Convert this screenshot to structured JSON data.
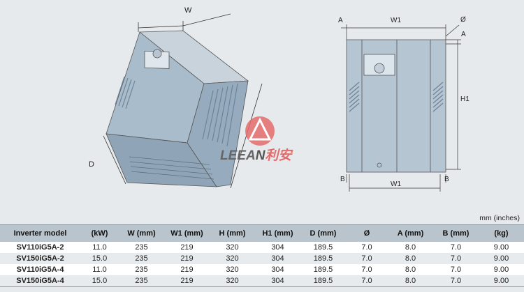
{
  "dimension_labels": {
    "iso_w": "W",
    "iso_d": "D",
    "front_a_left": "A",
    "front_w1_top": "W1",
    "front_diameter": "Ø",
    "front_a_right": "A",
    "front_h1": "H1",
    "front_b_left": "B",
    "front_w1_bottom": "W1",
    "front_b_right": "B"
  },
  "logo": {
    "text": "LEEAN利安",
    "color": "#e46b6b"
  },
  "units_note": "mm (inches)",
  "table": {
    "headers": [
      "Inverter model",
      "(kW)",
      "W (mm)",
      "W1 (mm)",
      "H (mm)",
      "H1 (mm)",
      "D (mm)",
      "Ø",
      "A (mm)",
      "B (mm)",
      "(kg)"
    ],
    "rows": [
      [
        "SV110iG5A-2",
        "11.0",
        "235",
        "219",
        "320",
        "304",
        "189.5",
        "7.0",
        "8.0",
        "7.0",
        "9.00"
      ],
      [
        "SV150iG5A-2",
        "15.0",
        "235",
        "219",
        "320",
        "304",
        "189.5",
        "7.0",
        "8.0",
        "7.0",
        "9.00"
      ],
      [
        "SV110iG5A-4",
        "11.0",
        "235",
        "219",
        "320",
        "304",
        "189.5",
        "7.0",
        "8.0",
        "7.0",
        "9.00"
      ],
      [
        "SV150iG5A-4",
        "15.0",
        "235",
        "219",
        "320",
        "304",
        "189.5",
        "7.0",
        "8.0",
        "7.0",
        "9.00"
      ]
    ]
  }
}
